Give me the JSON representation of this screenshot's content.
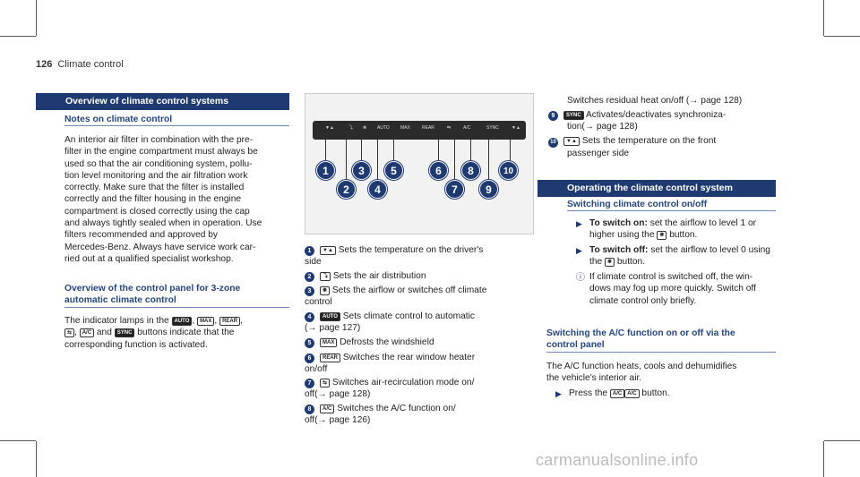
{
  "header": {
    "page_number": "126",
    "title": "Climate control"
  },
  "left": {
    "section_title": "Overview of climate control systems",
    "notes_title": "Notes on climate control",
    "notes_lines": [
      "An interior air filter in combination with the pre-",
      "filter in the engine compartment must always be",
      "used so that the air conditioning system, pollu-",
      "tion level monitoring and the air filtration work",
      "correctly. Make sure that the filter is installed",
      "correctly and the filter housing in the engine",
      "compartment is closed correctly using the cap",
      "and always tightly sealed when in operation. Use",
      "filters recommended and approved by",
      "Mercedes-Benz. Always have service work car-",
      "ried out at a qualified specialist workshop."
    ],
    "overview_title_1": "Overview of the control panel for 3-zone",
    "overview_title_2": "automatic climate control",
    "indicator_prefix": "The indicator lamps in the",
    "indicator_and": "and",
    "indicator_suffix": "buttons indicate that the",
    "indicator_line3": "corresponding function is activated."
  },
  "symbols": {
    "auto": "AUTO",
    "max": "MAX",
    "rear": "REAR",
    "recirc": "⇆",
    "ac": "A/C",
    "sync": "SYNC",
    "temp": "▼▲",
    "airdist": "⤵",
    "fan": "❋"
  },
  "panel": {
    "labels": [
      "1",
      "2",
      "3",
      "4",
      "5",
      "6",
      "7",
      "8",
      "9",
      "10"
    ]
  },
  "legend": [
    {
      "n": "1",
      "text": "Sets the temperature on the driver's",
      "text2": "side"
    },
    {
      "n": "2",
      "text": "Sets the air distribution"
    },
    {
      "n": "3",
      "text": "Sets the airflow or switches off climate",
      "text2": "control"
    },
    {
      "n": "4",
      "text": "Sets climate control to automatic",
      "text2": "(→ page 127)"
    },
    {
      "n": "5",
      "text": "Defrosts the windshield"
    },
    {
      "n": "6",
      "text": "Switches the rear window heater",
      "text2": "on/off"
    },
    {
      "n": "7",
      "text": "Switches air-recirculation mode on/",
      "text2": "off(→ page 128)"
    },
    {
      "n": "8",
      "text": "Switches the A/C function on/",
      "text2": "off(→ page 126)"
    }
  ],
  "right": {
    "residual": "Switches residual heat on/off (→ page 128)",
    "item9_1": "Activates/deactivates synchroniza-",
    "item9_2": "tion(→ page 128)",
    "item10_1": "Sets the temperature on the front",
    "item10_2": "passenger side",
    "section_title": "Operating the climate control system",
    "switch_title": "Switching climate control on/off",
    "on_label": "To switch on:",
    "on_text": "set the airflow to level 1 or",
    "on_text2_a": "higher using the",
    "on_text2_b": "button.",
    "off_label": "To switch off:",
    "off_text": "set the airflow to level 0 using",
    "off_text2_a": "the",
    "off_text2_b": "button.",
    "info_1": "If climate control is switched off, the win-",
    "info_2": "dows may fog up more quickly. Switch off",
    "info_3": "climate control only briefly.",
    "ac_title_1": "Switching the A/C function on or off via the",
    "ac_title_2": "control panel",
    "ac_text_1": "The A/C function heats, cools and dehumidifies",
    "ac_text_2": "the vehicle's interior air.",
    "press_a": "Press the",
    "press_b": "button."
  },
  "watermark": "carmanualsonline.info"
}
